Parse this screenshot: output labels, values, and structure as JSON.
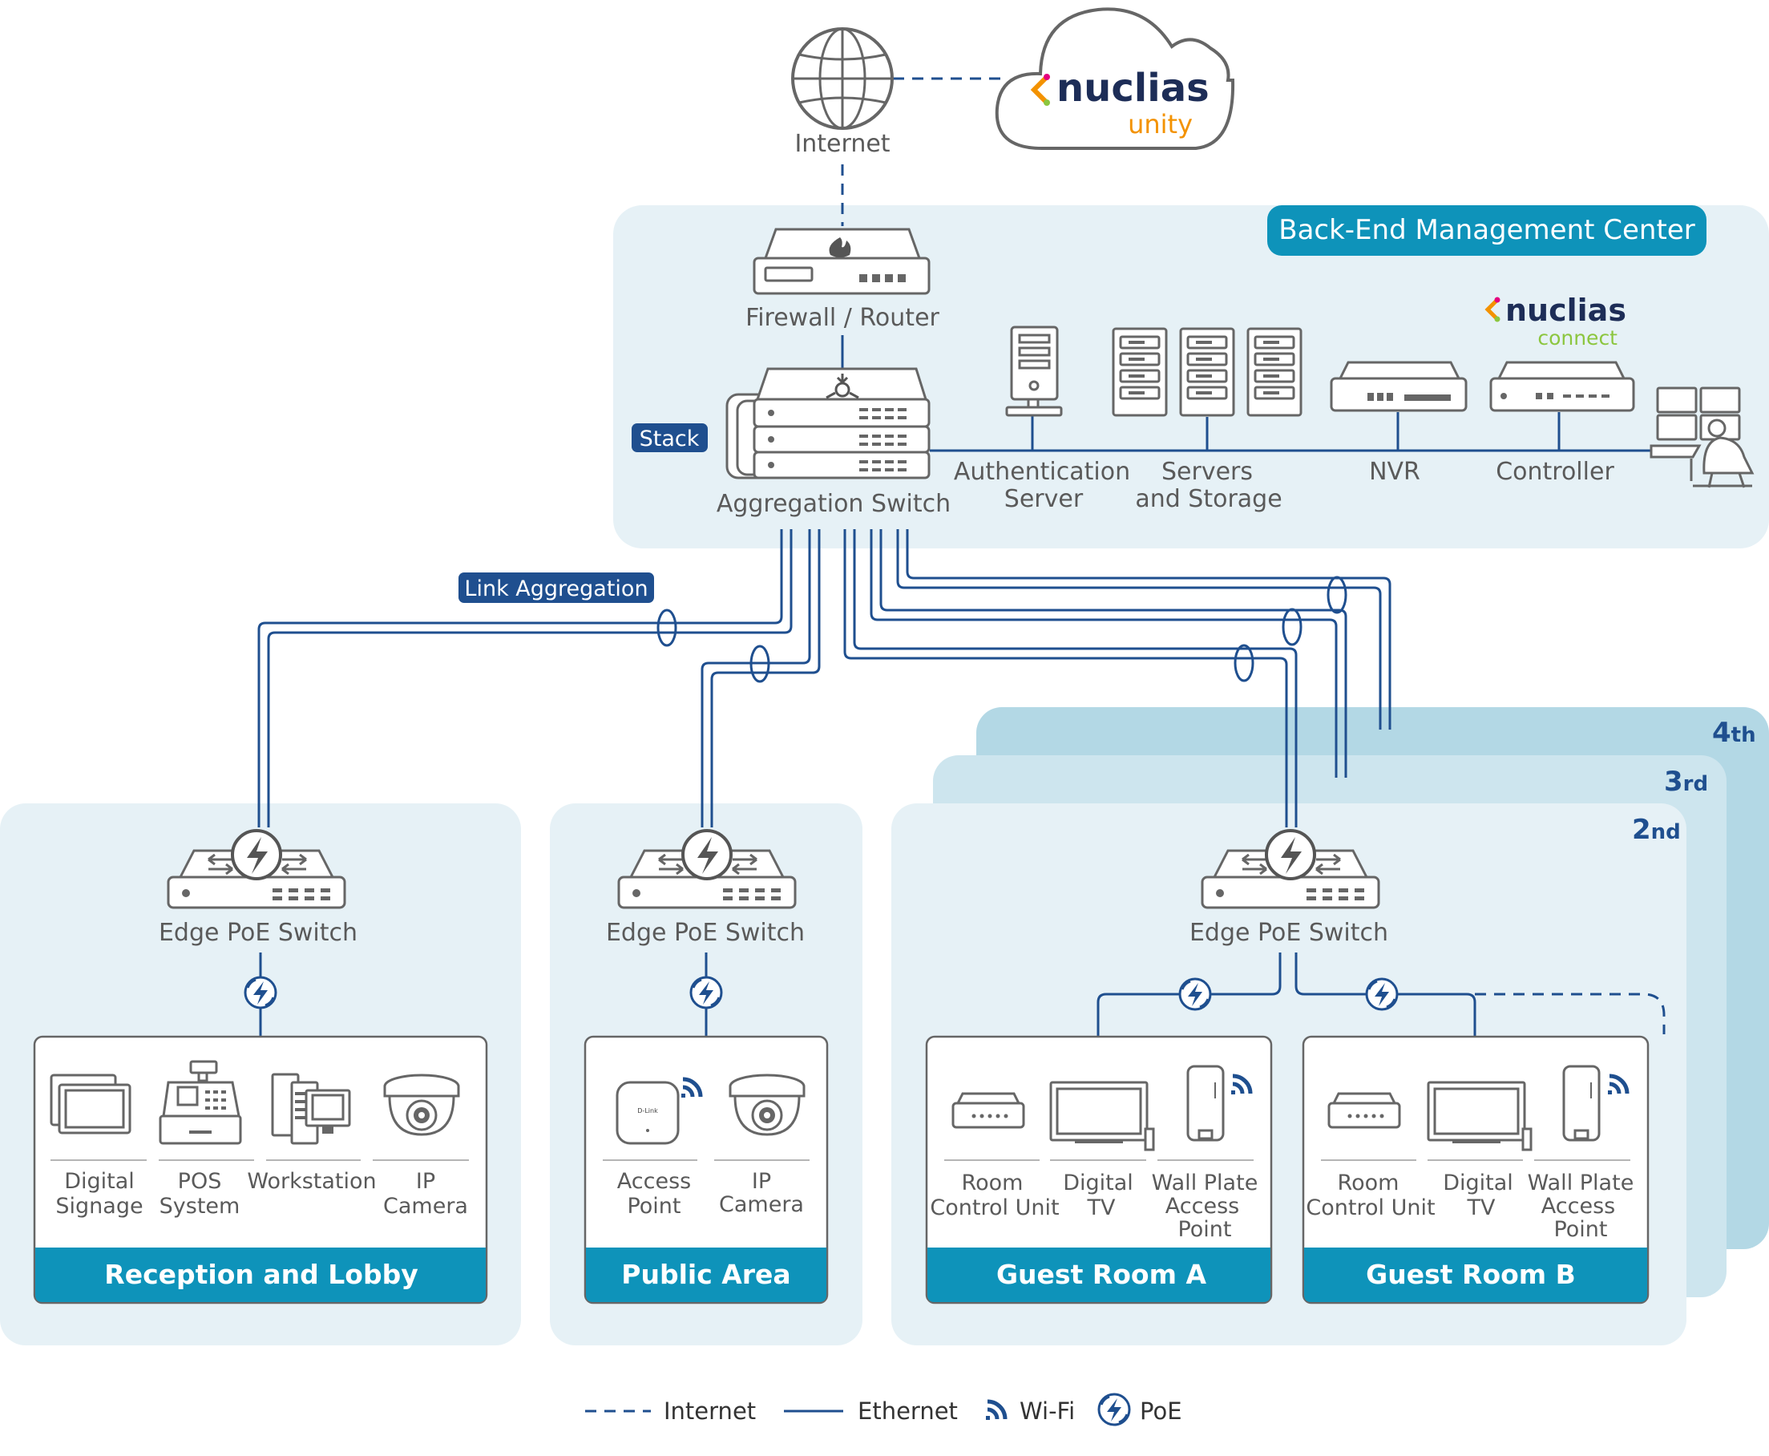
{
  "colors": {
    "panel_bg": "#e6f1f6",
    "floor_back": "#b3d8e5",
    "floor_mid": "#cde5ee",
    "banner": "#0e93ba",
    "tag": "#1f4f8f",
    "line": "#1f4f8f",
    "device_stroke": "#666666",
    "nuclias_navy": "#1d2d57",
    "nuclias_orange": "#f39200",
    "nuclias_green": "#8cc63f"
  },
  "top": {
    "internet_label": "Internet",
    "nuclias_unity": {
      "brand": "nuclias",
      "product": "unity"
    }
  },
  "backend": {
    "title": "Back-End Management Center",
    "firewall_label": "Firewall / Router",
    "aggregation_label": "Aggregation Switch",
    "stack_tag": "Stack",
    "nuclias_connect": {
      "brand": "nuclias",
      "product": "connect"
    },
    "devices": [
      {
        "icon": "server-tower-icon",
        "line1": "Authentication",
        "line2": "Server"
      },
      {
        "icon": "server-rack-icon",
        "line1": "Servers",
        "line2": "and Storage"
      },
      {
        "icon": "nvr-icon",
        "line1": "NVR",
        "line2": ""
      },
      {
        "icon": "controller-icon",
        "line1": "Controller",
        "line2": ""
      },
      {
        "icon": "operator-workstation-icon",
        "line1": "",
        "line2": ""
      }
    ]
  },
  "link_aggregation_tag": "Link Aggregation",
  "floors": [
    {
      "num": "4",
      "suffix": "th"
    },
    {
      "num": "3",
      "suffix": "rd"
    },
    {
      "num": "2",
      "suffix": "nd"
    }
  ],
  "edge_switch_label": "Edge PoE Switch",
  "zones": [
    {
      "id": "reception",
      "banner": "Reception and Lobby",
      "devices": [
        {
          "icon": "digital-signage-icon",
          "line1": "Digital",
          "line2": "Signage"
        },
        {
          "icon": "pos-system-icon",
          "line1": "POS",
          "line2": "System"
        },
        {
          "icon": "workstation-icon",
          "line1": "Workstation",
          "line2": ""
        },
        {
          "icon": "ip-camera-icon",
          "line1": "IP",
          "line2": "Camera"
        }
      ]
    },
    {
      "id": "public",
      "banner": "Public Area",
      "devices": [
        {
          "icon": "access-point-icon",
          "line1": "Access",
          "line2": "Point"
        },
        {
          "icon": "ip-camera-icon",
          "line1": "IP",
          "line2": "Camera"
        }
      ]
    },
    {
      "id": "guest-a",
      "banner": "Guest Room A",
      "devices": [
        {
          "icon": "room-control-unit-icon",
          "line1": "Room",
          "line2": "Control Unit",
          "line3": ""
        },
        {
          "icon": "digital-tv-icon",
          "line1": "Digital",
          "line2": "TV",
          "line3": ""
        },
        {
          "icon": "wall-plate-ap-icon",
          "line1": "Wall Plate",
          "line2": "Access",
          "line3": "Point"
        }
      ]
    },
    {
      "id": "guest-b",
      "banner": "Guest Room B",
      "devices": [
        {
          "icon": "room-control-unit-icon",
          "line1": "Room",
          "line2": "Control Unit",
          "line3": ""
        },
        {
          "icon": "digital-tv-icon",
          "line1": "Digital",
          "line2": "TV",
          "line3": ""
        },
        {
          "icon": "wall-plate-ap-icon",
          "line1": "Wall Plate",
          "line2": "Access",
          "line3": "Point"
        }
      ]
    }
  ],
  "legend": [
    {
      "kind": "dashed",
      "label": "Internet"
    },
    {
      "kind": "solid",
      "label": "Ethernet"
    },
    {
      "kind": "wifi",
      "label": "Wi-Fi"
    },
    {
      "kind": "poe",
      "label": "PoE"
    }
  ]
}
